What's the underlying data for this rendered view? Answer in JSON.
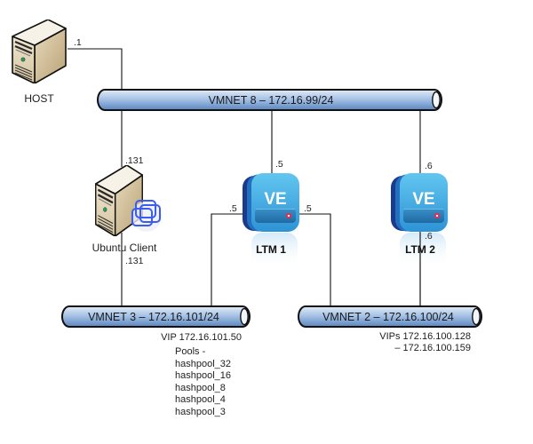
{
  "nodes": {
    "host": {
      "label": "HOST",
      "ip": ".1",
      "icon": "server-tower-icon"
    },
    "ubuntu": {
      "label": "Ubuntu Client",
      "ip_top": ".131",
      "ip_bottom": ".131",
      "icon": "server-tower-icon",
      "badge_icon": "vmware-icon"
    },
    "ltm1": {
      "label": "LTM 1",
      "badge": "VE",
      "ip_top": ".5",
      "ip_left": ".5",
      "ip_right": ".5",
      "icon": "f5-ve-appliance-icon"
    },
    "ltm2": {
      "label": "LTM 2",
      "badge": "VE",
      "ip_top": ".6",
      "ip_bottom": ".6",
      "icon": "f5-ve-appliance-icon"
    }
  },
  "networks": {
    "vmnet8": {
      "label": "VMNET 8 – 172.16.99/24"
    },
    "vmnet3": {
      "label": "VMNET 3 – 172.16.101/24",
      "note": "VIP 172.16.101.50"
    },
    "vmnet2": {
      "label": "VMNET 2 – 172.16.100/24",
      "note_line1": "VIPs 172.16.100.128",
      "note_line2": "– 172.16.100.159"
    }
  },
  "pools": {
    "title": "Pools -",
    "items": [
      "hashpool_32",
      "hashpool_16",
      "hashpool_8",
      "hashpool_4",
      "hashpool_3"
    ]
  },
  "colors": {
    "pipe_top": "#e2ecf7",
    "pipe_mid": "#a8c3e6",
    "pipe_bottom": "#5a86bf",
    "ve_front_top": "#62c6f0",
    "ve_front_bottom": "#2e93d5",
    "ve_mid": "#2470c0",
    "ve_back": "#1a3a8c",
    "vmware_blue": "#3a5cf0",
    "server_tan": "#d8c8a2"
  }
}
